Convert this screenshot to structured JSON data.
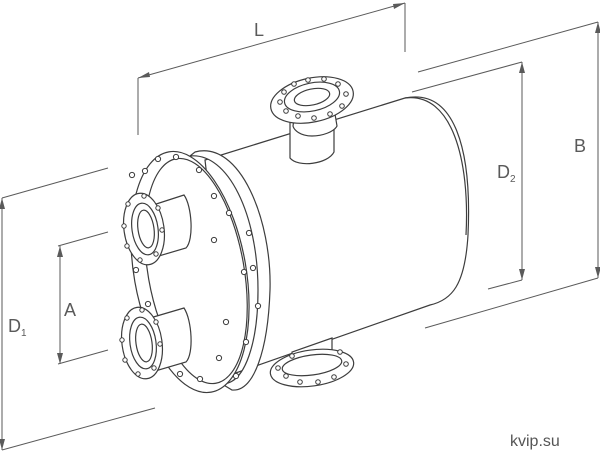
{
  "labels": {
    "L": "L",
    "B": "B",
    "D2_main": "D",
    "D2_sub": "2",
    "D1_main": "D",
    "D1_sub": "1",
    "A": "A"
  },
  "watermark": "kvip.su",
  "colors": {
    "line": "#3d3d3d",
    "dimension": "#5a5a5a",
    "background": "#ffffff"
  }
}
